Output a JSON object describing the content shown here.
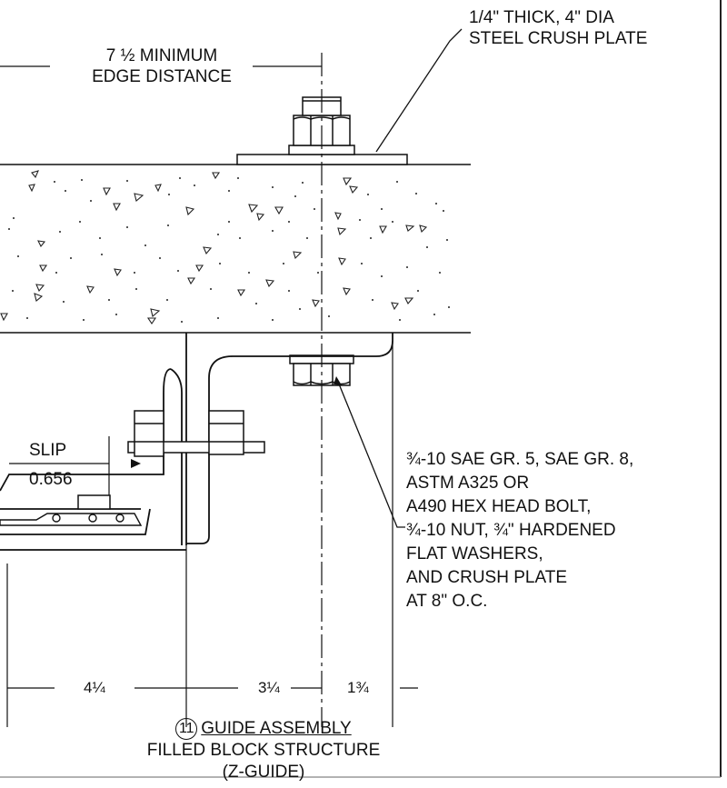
{
  "callouts": {
    "crush_plate_line1": "1/4\" THICK, 4\" DIA",
    "crush_plate_line2": "STEEL CRUSH PLATE",
    "edge_distance_line1": "7 ½ MINIMUM",
    "edge_distance_line2": "EDGE DISTANCE",
    "slip_label": "SLIP",
    "slip_value": "0.656",
    "bolt_spec_lines": [
      "¾-10 SAE GR. 5, SAE GR. 8,",
      "ASTM A325 OR",
      "A490 HEX HEAD BOLT,",
      "¾-10 NUT,  ¾\" HARDENED",
      "FLAT WASHERS,",
      "AND CRUSH PLATE",
      "AT 8\" O.C."
    ]
  },
  "dimensions": {
    "d1": "4¼",
    "d2": "3¼",
    "d3": "1¾"
  },
  "title_block": {
    "detail_number": "11",
    "line1": "GUIDE ASSEMBLY",
    "line2": "FILLED BLOCK STRUCTURE",
    "line3": "(Z-GUIDE)"
  }
}
